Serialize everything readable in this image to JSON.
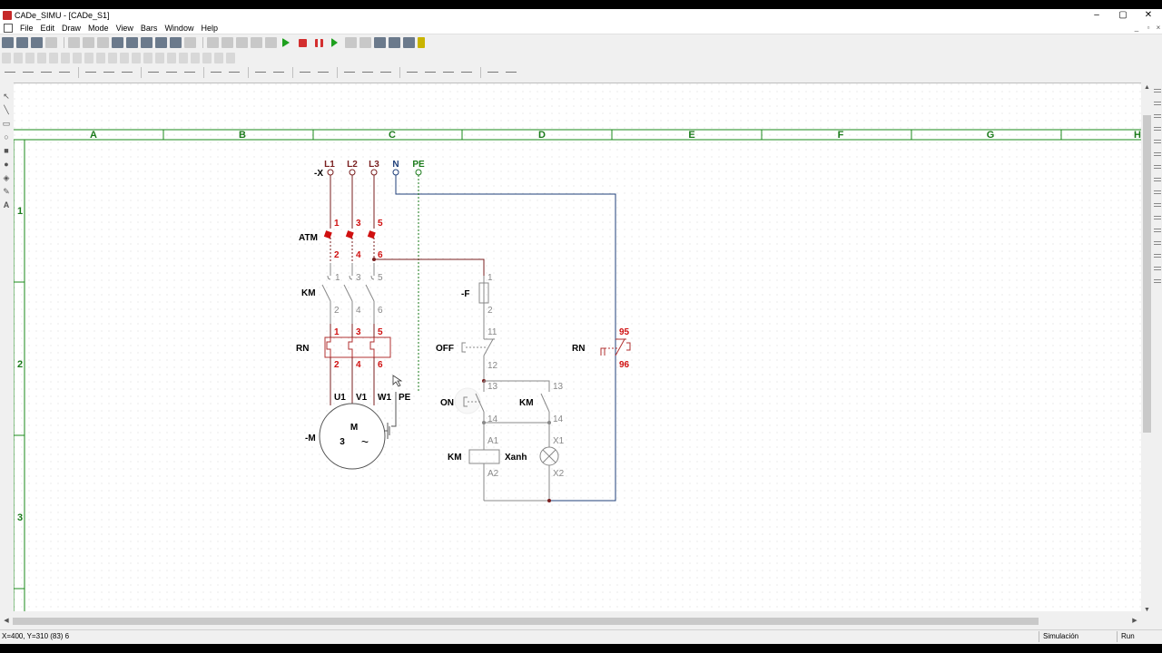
{
  "window": {
    "title": "CADe_SIMU - [CADe_S1]",
    "minimize": "–",
    "maximize": "▢",
    "close": "✕"
  },
  "menu": [
    "File",
    "Edit",
    "Draw",
    "Mode",
    "View",
    "Bars",
    "Window",
    "Help"
  ],
  "grid": {
    "columns": [
      "A",
      "B",
      "C",
      "D",
      "E",
      "F",
      "G",
      "H"
    ],
    "rows": [
      "1",
      "2",
      "3"
    ]
  },
  "schematic": {
    "terminal_tag": "-X",
    "phases": [
      "L1",
      "L2",
      "L3"
    ],
    "neutral": "N",
    "earth": "PE",
    "atm": {
      "tag": "ATM",
      "top": [
        "1",
        "3",
        "5"
      ],
      "bottom": [
        "2",
        "4",
        "6"
      ]
    },
    "km_main": {
      "tag": "KM",
      "top": [
        "1",
        "3",
        "5"
      ],
      "bottom": [
        "2",
        "4",
        "6"
      ]
    },
    "rn_main": {
      "tag": "RN",
      "top": [
        "1",
        "3",
        "5"
      ],
      "bottom": [
        "2",
        "4",
        "6"
      ]
    },
    "motor": {
      "tag": "-M",
      "terminals": [
        "U1",
        "V1",
        "W1"
      ],
      "pe": "PE",
      "symbol": "M",
      "phases": "3",
      "ac": "~"
    },
    "fuse": {
      "tag": "-F",
      "top": "1",
      "bottom": "2"
    },
    "off_button": {
      "tag": "OFF",
      "top": "11",
      "bottom": "12"
    },
    "on_button": {
      "tag": "ON",
      "top": "13",
      "bottom": "14"
    },
    "km_aux": {
      "tag": "KM",
      "top": "13",
      "bottom": "14"
    },
    "coil": {
      "tag": "KM",
      "top": "A1",
      "bottom": "A2"
    },
    "lamp": {
      "tag": "Xanh",
      "top": "X1",
      "bottom": "X2"
    },
    "rn_aux": {
      "tag": "RN",
      "top": "95",
      "bottom": "96"
    }
  },
  "status": {
    "coords": "X=400, Y=310 (83) 6",
    "mode": "Simulación",
    "state": "Run"
  },
  "colors": {
    "phase_wire": "#7a1f1f",
    "neutral_wire": "#1f3f7a",
    "earth_wire": "#1a7a1a",
    "grid_frame": "#1a8a1a",
    "active_red": "#d01010"
  }
}
